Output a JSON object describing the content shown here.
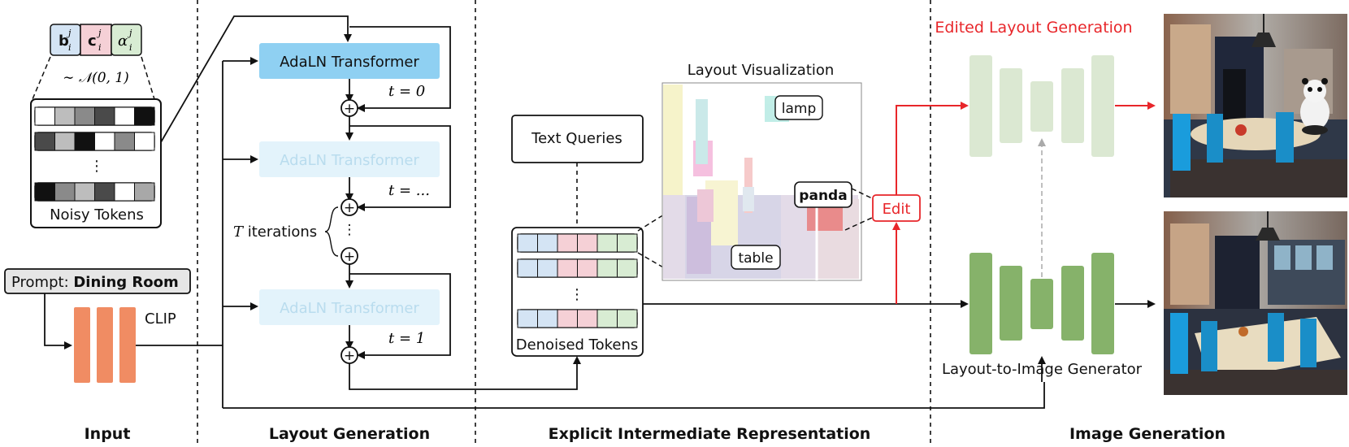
{
  "sections": {
    "input": "Input",
    "layout_generation": "Layout Generation",
    "explicit_repr": "Explicit Intermediate Representation",
    "image_generation": "Image Generation"
  },
  "input": {
    "token_b": "b",
    "token_c": "c",
    "token_alpha": "α",
    "token_sup": "j",
    "token_sub": "i",
    "dist_label": "∼ 𝒩(0, 1)",
    "noisy_tokens": "Noisy Tokens",
    "vdots": "⋮",
    "prompt_prefix": "Prompt: ",
    "prompt_value": "Dining Room",
    "clip": "CLIP"
  },
  "layout_gen": {
    "transformer_label": "AdaLN Transformer",
    "t0": "t = 0",
    "tdots": "t = ...",
    "t1": "t = 1",
    "iterations_var": "T",
    "iterations_word": " iterations",
    "plus": "+",
    "vdots": "⋮"
  },
  "explicit": {
    "text_queries": "Text Queries",
    "denoised_tokens": "Denoised Tokens",
    "layout_visualization": "Layout Visualization",
    "vdots": "⋮",
    "box_lamp": "lamp",
    "box_panda": "panda",
    "box_table": "table",
    "edit": "Edit"
  },
  "image_gen": {
    "edited_title": "Edited Layout Generation",
    "generator_label": "Layout-to-Image Generator"
  },
  "colors": {
    "blue_strong": "#8fd0f2",
    "blue_faded": "#e3f3fb",
    "token_blue": "#d4e4f4",
    "token_pink": "#f5d0d6",
    "token_green": "#d8ecd3",
    "clip_orange": "#f08c63",
    "unet_green": "#86b26a",
    "unet_faded": "#dbe8d2",
    "edit_red": "#e8262a"
  },
  "icons": {
    "photo_top": "dining-room-with-panda-photo",
    "photo_bottom": "dining-room-photo"
  }
}
